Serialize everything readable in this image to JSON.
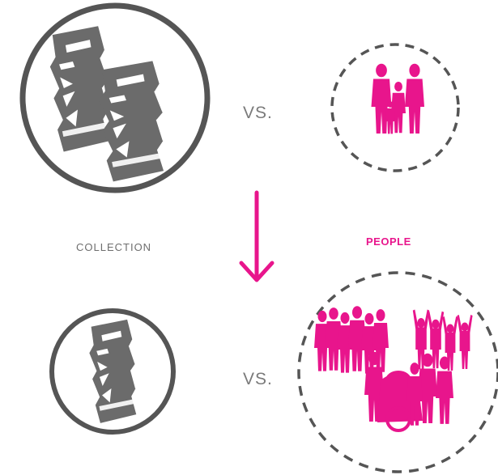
{
  "labels": {
    "vs_top": "VS.",
    "vs_bottom": "VS.",
    "collection": "COLLECTION",
    "people": "PEOPLE"
  },
  "colors": {
    "book_gray": "#6b6b6b",
    "circle_gray": "#555555",
    "accent_magenta": "#e8158c"
  },
  "icons": {
    "books_top": "books-stack-icon",
    "people_top": "family-group-icon",
    "arrow": "arrow-down-icon",
    "books_bottom": "book-stack-icon",
    "people_bottom": "crowd-icon"
  }
}
